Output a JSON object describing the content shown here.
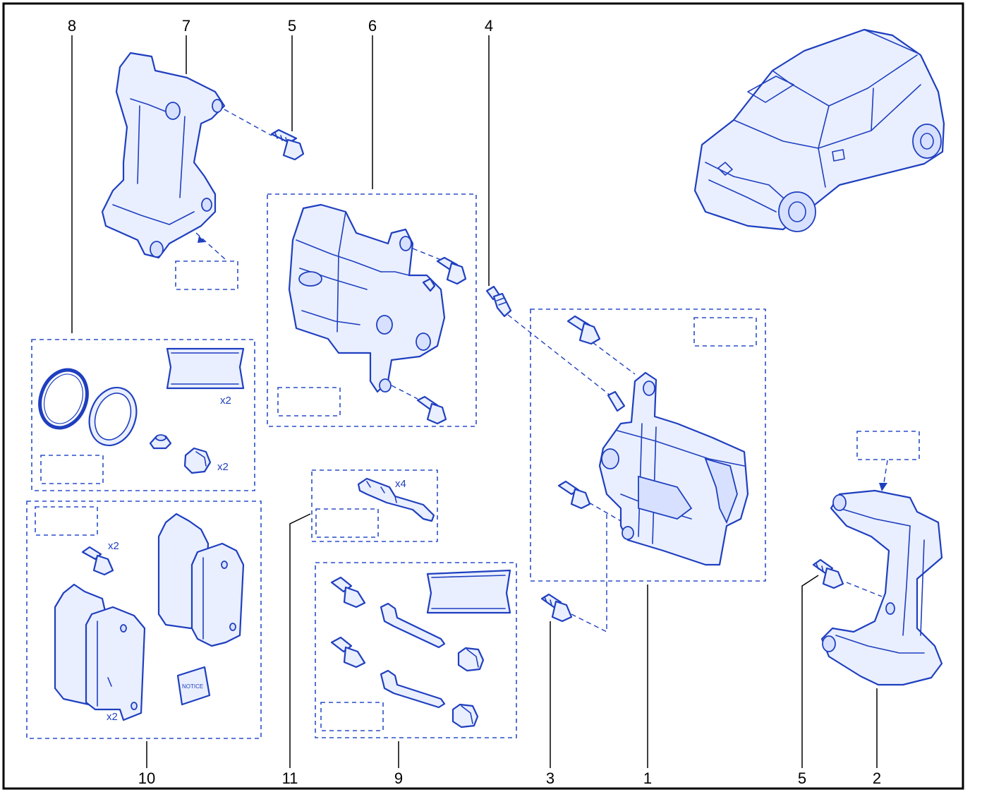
{
  "callouts": {
    "c1": "1",
    "c2": "2",
    "c3": "3",
    "c4": "4",
    "c5_top": "5",
    "c5_bottom": "5",
    "c6": "6",
    "c7": "7",
    "c8": "8",
    "c9": "9",
    "c10": "10",
    "c11": "11"
  },
  "quantities": {
    "seal_kit_pads": "x2",
    "seal_kit_boots": "x2",
    "pad_kit_bolts": "x2",
    "clips": "x4"
  },
  "notice_label": "NOTICE",
  "colors": {
    "line": "#1f3fbf",
    "fill": "#e9efff",
    "frame": "#000000"
  }
}
